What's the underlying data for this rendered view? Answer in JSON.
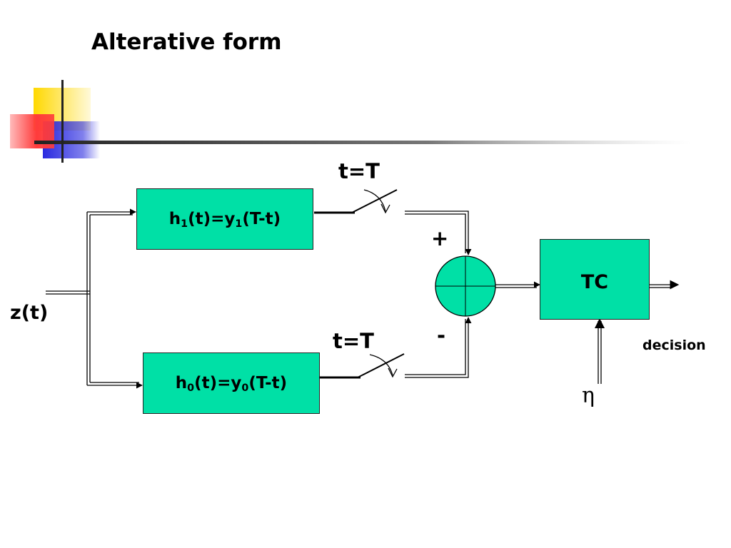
{
  "slide": {
    "title": "Alterative form"
  },
  "diagram": {
    "input_label": "z(t)",
    "filter_top": {
      "h": "h",
      "h_sub": "1",
      "mid": "(t)=y",
      "y_sub": "1",
      "tail": "(T-t)"
    },
    "filter_bottom": {
      "h": "h",
      "h_sub": "0",
      "mid": "(t)=y",
      "y_sub": "0",
      "tail": "(T-t)"
    },
    "switch_top_label": "t=T",
    "switch_bottom_label": "t=T",
    "sum_plus": "+",
    "sum_minus": "-",
    "comparator_label": "TC",
    "threshold_symbol": "η",
    "output_label": "decision"
  },
  "colors": {
    "block_fill": "#00e0a6",
    "deco_yellow": "#ffd800",
    "deco_red": "#ff3b3b",
    "deco_blue": "#2a2ae0"
  }
}
